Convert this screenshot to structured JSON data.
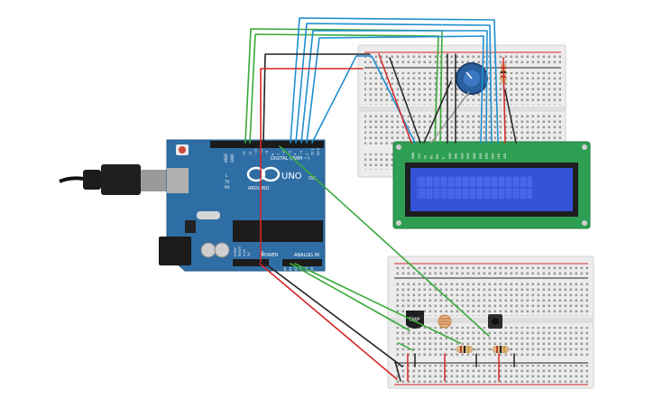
{
  "arduino": {
    "brand_text": "ARDUINO",
    "model_text": "UNO",
    "on_label": "ON",
    "digital_label": "DIGITAL (PWM ~)",
    "power_label": "POWER",
    "analog_label": "ANALOG IN",
    "tx_label": "TX",
    "rx_label": "RX",
    "l_label": "L",
    "aref_label": "AREF",
    "gnd_label": "GND",
    "ioref_label": "IOREF",
    "reset_label": "RESET",
    "v33_label": "3.3V",
    "v5_label": "5V",
    "vin_label": "VIN",
    "analog_pins": [
      "A0",
      "A1",
      "A2",
      "A3",
      "A4",
      "A5"
    ],
    "digital_pins": [
      "13",
      "12",
      "~11",
      "~10",
      "~9",
      "8",
      "7",
      "~6",
      "~5",
      "4",
      "~3",
      "2",
      "TX 1",
      "RX 0"
    ]
  },
  "temp_sensor": {
    "label": "TMP"
  },
  "lcd": {
    "pin_labels": [
      "GND",
      "VCC",
      "V0",
      "RS",
      "RW",
      "E",
      "DB0",
      "DB1",
      "DB2",
      "DB3",
      "DB4",
      "DB5",
      "DB6",
      "DB7",
      "LED",
      "LED"
    ]
  },
  "colors": {
    "board_blue": "#2f6ea5",
    "wire_red": "#d62728",
    "wire_black": "#222222",
    "wire_green": "#3aa93a",
    "wire_blue": "#1f8fd0",
    "wire_gray": "#9a9a9a",
    "lcd_frame": "#2e9e53",
    "lcd_screen": "#3553d6",
    "breadboard": "#ececec"
  }
}
